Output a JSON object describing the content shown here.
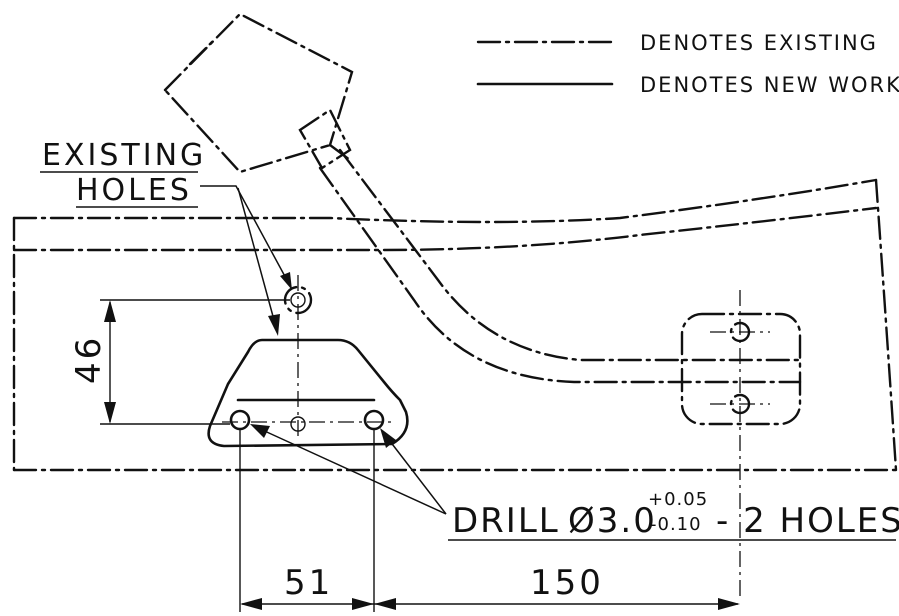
{
  "legend": {
    "existing_label": "DENOTES EXISTING",
    "new_work_label": "DENOTES NEW WORK"
  },
  "callouts": {
    "existing_holes_line1": "EXISTING",
    "existing_holes_line2": "HOLES",
    "drill_prefix": "DRILL",
    "drill_diameter": "Ø3.0",
    "tolerance_upper": "+0.05",
    "tolerance_lower": "-0.10",
    "drill_suffix": "- 2 HOLES"
  },
  "dimensions": {
    "vertical": "46",
    "horizontal_left": "51",
    "horizontal_right": "150"
  }
}
